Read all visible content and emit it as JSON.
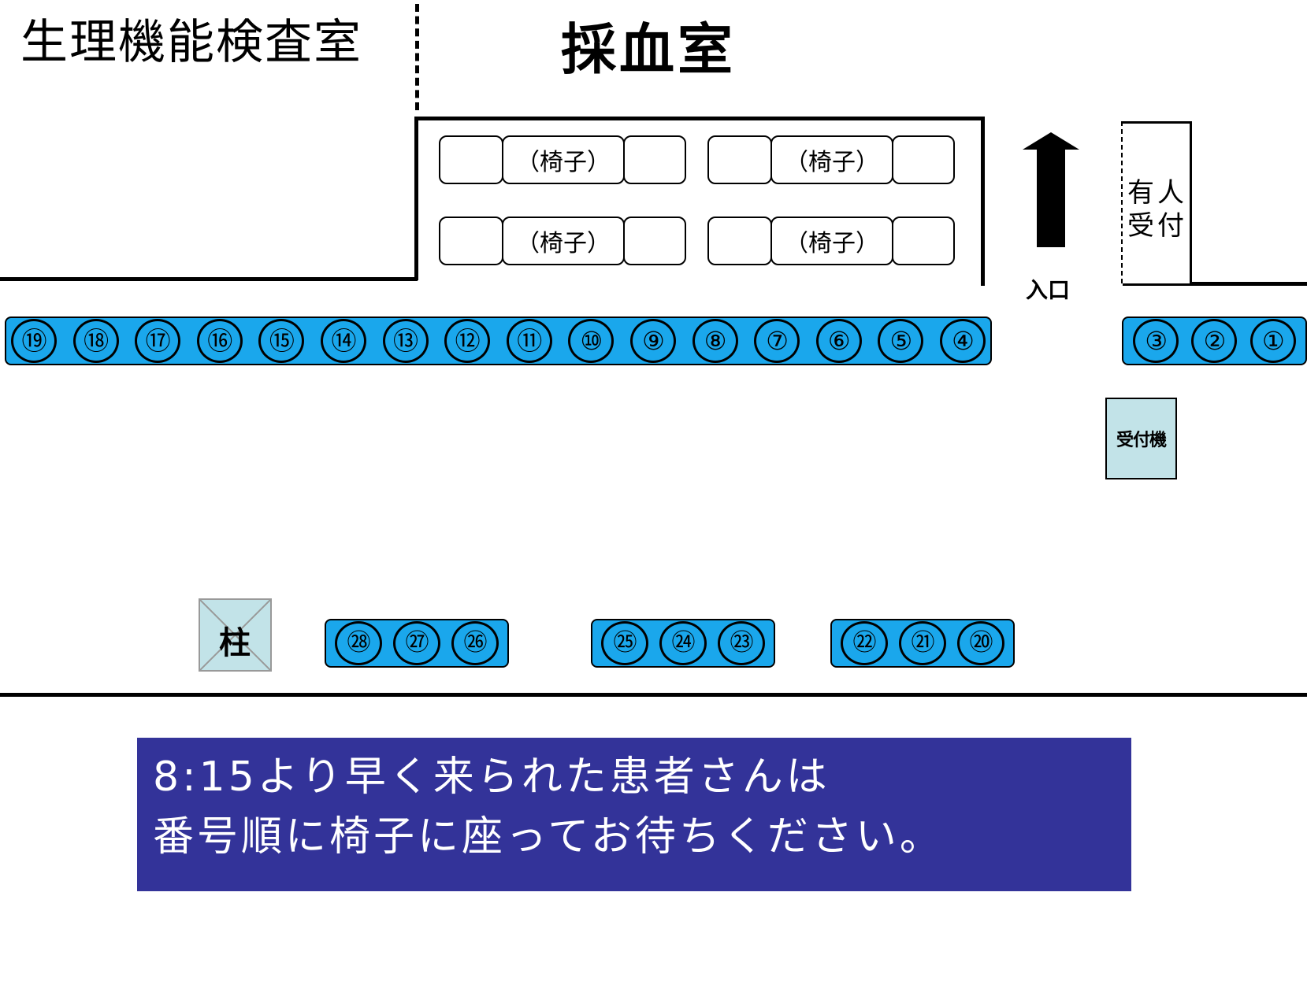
{
  "rooms": {
    "physiology_lab": "生理機能検査室",
    "blood_collection_room": "採血室"
  },
  "chair_label": "（椅子）",
  "entrance_label": "入口",
  "staffed_reception_line1": "有人",
  "staffed_reception_line2": "受付",
  "reception_machine_label": "受付機",
  "pillar_label": "柱",
  "seats_top_left": [
    "⑲",
    "⑱",
    "⑰",
    "⑯",
    "⑮",
    "⑭",
    "⑬",
    "⑫",
    "⑪",
    "⑩",
    "⑨",
    "⑧",
    "⑦",
    "⑥",
    "⑤",
    "④"
  ],
  "seats_top_right": [
    "③",
    "②",
    "①"
  ],
  "seats_bottom": [
    "㉘",
    "㉗",
    "㉖",
    "㉕",
    "㉔",
    "㉓",
    "㉒",
    "㉑",
    "⑳"
  ],
  "notice": {
    "line1": "8:15より早く来られた患者さんは",
    "line2": "番号順に椅子に座ってお待ちください。"
  },
  "colors": {
    "seat": "#1aa7ec",
    "notice_bg": "#333399",
    "notice_text": "#ffffff",
    "fixture": "#c2e3e8"
  }
}
